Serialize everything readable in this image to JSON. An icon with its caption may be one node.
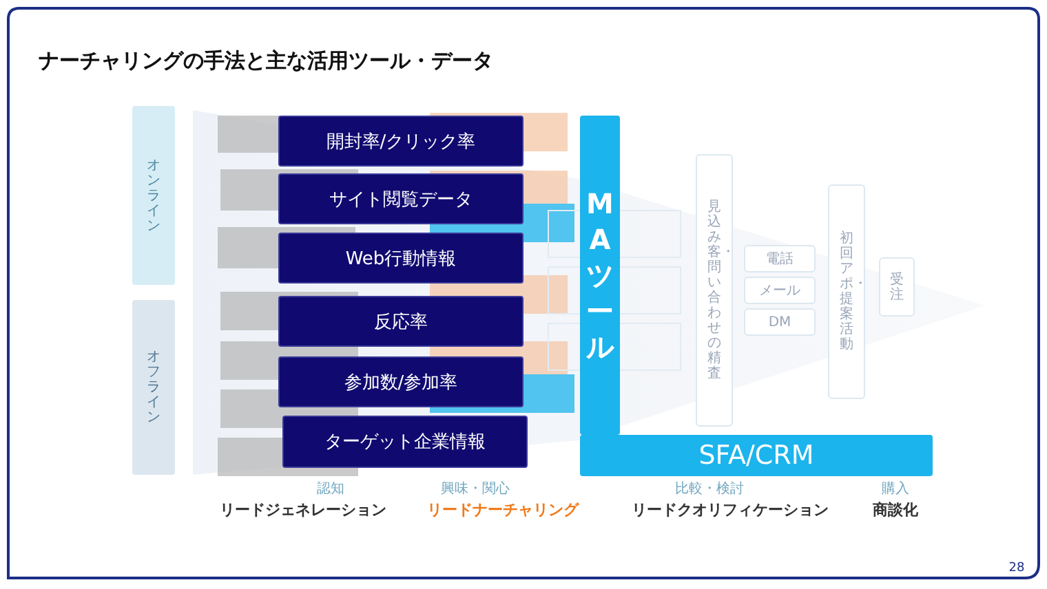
{
  "diagram": {
    "title": "ナーチャリングの手法と主な活用ツール・データ",
    "nodes": [
      {
        "text": [
          "オンライン"
        ]
      },
      {
        "text": [
          "オフライン"
        ]
      },
      {
        "text": [
          "開封率/クリック率"
        ]
      },
      {
        "text": [
          "サイト閲覧データ"
        ]
      },
      {
        "text": [
          "Web行動情報"
        ]
      },
      {
        "text": [
          "反応率"
        ]
      },
      {
        "text": [
          "参加数/参加率"
        ]
      },
      {
        "text": [
          "ターゲット企業情報"
        ]
      },
      {
        "text": [
          "MAツール"
        ]
      },
      {
        "text": [
          "SFA/CRM"
        ]
      },
      {
        "text": [
          "見込み客・問い合わせの精査"
        ]
      },
      {
        "text": [
          "電話"
        ]
      },
      {
        "text": [
          "メール"
        ]
      },
      {
        "text": [
          "DM"
        ]
      },
      {
        "text": [
          "初回アポ・提案活動"
        ]
      },
      {
        "text": [
          "受注"
        ]
      }
    ],
    "labels": [
      "認知",
      "興味・関心",
      "比較・検討",
      "購入",
      "リードジェネレーション",
      "リードナーチャリング",
      "リードクオリフィケーション",
      "商談化",
      "28"
    ]
  }
}
